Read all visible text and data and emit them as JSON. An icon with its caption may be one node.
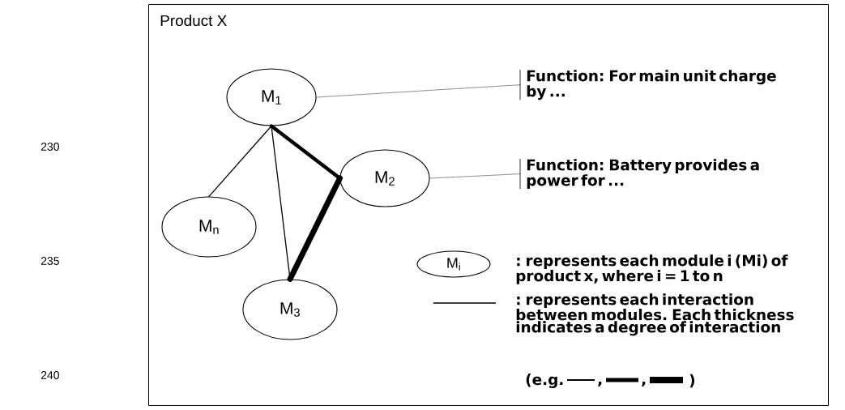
{
  "diagram": {
    "nodes": [
      {
        "text": [
          "Product X"
        ]
      },
      {
        "text": [
          "M$_{1}$"
        ],
        "in": 0
      },
      {
        "text": [
          "M$_{2}$"
        ],
        "in": 0
      },
      {
        "text": [
          "M$_{n}$"
        ],
        "in": 0
      },
      {
        "text": [
          "M$_{3}$"
        ],
        "in": 0
      },
      {
        "text": [
          "Function: For main unit charge by ..."
        ],
        "in": 0
      },
      {
        "text": [
          "Function: Battery provides a power for ..."
        ],
        "in": 0
      },
      {
        "text": [
          "M$_{i}$"
        ],
        "in": 0
      }
    ],
    "edges": [
      {
        "from": 1,
        "to": 3,
        "arrow": "none"
      },
      {
        "from": 1,
        "to": 4,
        "arrow": "none"
      },
      {
        "from": 1,
        "to": 2,
        "arrow": "none",
        "style": "thick"
      },
      {
        "from": 2,
        "to": 4,
        "arrow": "none",
        "style": "thick"
      },
      {
        "from": 1,
        "to": 5,
        "arrow": "none",
        "style": "dashed"
      },
      {
        "from": 2,
        "to": 6,
        "arrow": "none",
        "style": "dashed"
      }
    ],
    "labels": [
      "230",
      "235",
      "240",
      "(e.g.",
      ",",
      ",",
      ")"
    ],
    "legend": [
      {
        "text": ": represents each module i (Mi) of product x, where i = 1 to n"
      },
      {
        "text": ": represents each interaction between modules. Each thickness indicates a degree of interaction"
      }
    ]
  }
}
